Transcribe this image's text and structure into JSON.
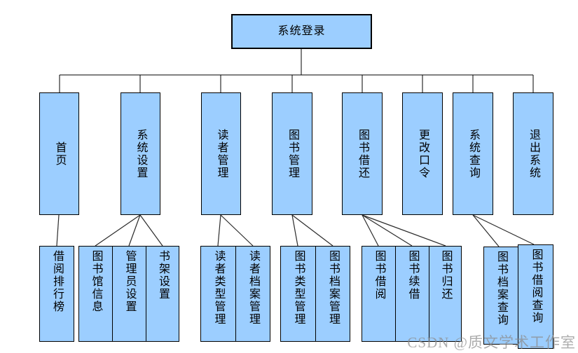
{
  "root": {
    "label": "系统登录"
  },
  "level2": [
    {
      "label": "首页"
    },
    {
      "label": "系统设置"
    },
    {
      "label": "读者管理"
    },
    {
      "label": "图书管理"
    },
    {
      "label": "图书借还"
    },
    {
      "label": "更改口令"
    },
    {
      "label": "系统查询"
    },
    {
      "label": "退出系统"
    }
  ],
  "level3": [
    {
      "label": "借阅排行榜"
    },
    {
      "label": "图书馆信息"
    },
    {
      "label": "管理员设置"
    },
    {
      "label": "书架设置"
    },
    {
      "label": "读者类型管理"
    },
    {
      "label": "读者档案管理"
    },
    {
      "label": "图书类型管理"
    },
    {
      "label": "图书档案管理"
    },
    {
      "label": "图书借阅"
    },
    {
      "label": "图书续借"
    },
    {
      "label": "图书归还"
    },
    {
      "label": "图书档案查询"
    },
    {
      "label": "图书借阅查询"
    }
  ],
  "watermark": {
    "text": "CSDN @质文学术工作室"
  },
  "colors": {
    "box_fill": "#9CCEFF",
    "box_border": "#000000",
    "connector": "#1E1E1E",
    "background": "#FFFFFF",
    "watermark_gray": "#8C8C8C"
  }
}
